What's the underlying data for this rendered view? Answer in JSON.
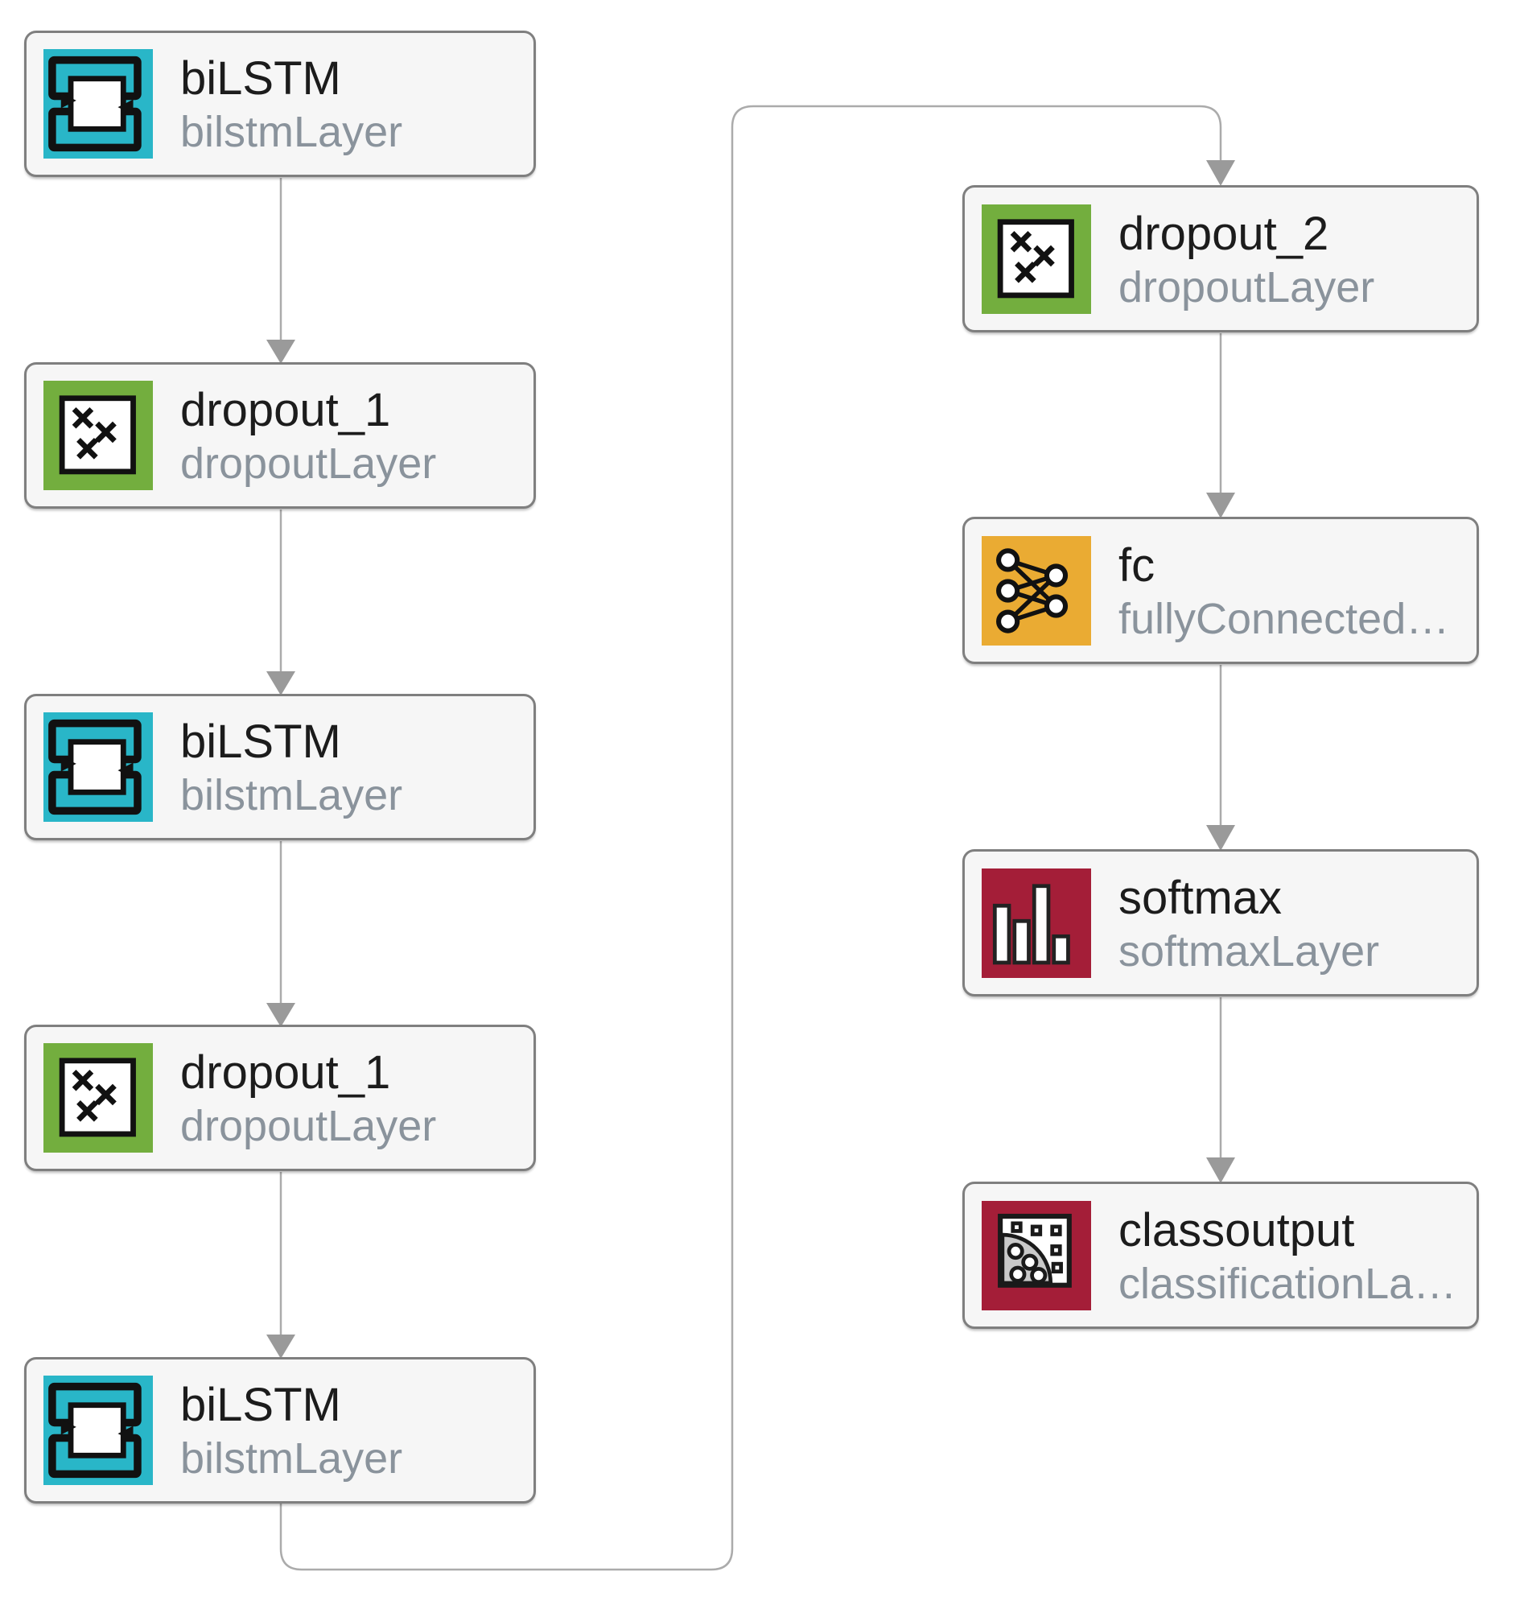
{
  "diagram": {
    "background": "#ffffff",
    "node_fill": "#f6f6f6",
    "node_border_color": "#7f7f7f",
    "title_color": "#1c1c1c",
    "subtitle_color": "#8a939c",
    "edge_color": "#ababab",
    "arrowhead_color": "#9a9a9a",
    "colors": {
      "bilstm_cyan": "#29b6c8",
      "dropout_green": "#73ae3e",
      "fully_connected_amber": "#eaab33",
      "softmax_crimson": "#a41e38",
      "classoutput_crimson": "#a41e38"
    },
    "nodes": [
      {
        "name": "biLSTM",
        "type": "bilstmLayer",
        "icon": "bilstm-icon",
        "color": "#29b6c8",
        "column": "left"
      },
      {
        "name": "dropout_1",
        "type": "dropoutLayer",
        "icon": "dropout-icon",
        "color": "#73ae3e",
        "column": "left"
      },
      {
        "name": "biLSTM",
        "type": "bilstmLayer",
        "icon": "bilstm-icon",
        "color": "#29b6c8",
        "column": "left"
      },
      {
        "name": "dropout_1",
        "type": "dropoutLayer",
        "icon": "dropout-icon",
        "color": "#73ae3e",
        "column": "left"
      },
      {
        "name": "biLSTM",
        "type": "bilstmLayer",
        "icon": "bilstm-icon",
        "color": "#29b6c8",
        "column": "left"
      },
      {
        "name": "dropout_2",
        "type": "dropoutLayer",
        "icon": "dropout-icon",
        "color": "#73ae3e",
        "column": "right"
      },
      {
        "name": "fc",
        "type": "fullyConnected…",
        "icon": "fully-connected-icon",
        "color": "#eaab33",
        "column": "right"
      },
      {
        "name": "softmax",
        "type": "softmaxLayer",
        "icon": "softmax-icon",
        "color": "#a41e38",
        "column": "right"
      },
      {
        "name": "classoutput",
        "type": "classificationLa…",
        "icon": "class-output-icon",
        "color": "#a41e38",
        "column": "right"
      }
    ],
    "edges": [
      {
        "from": "biLSTM",
        "to": "dropout_1",
        "style": "straight-arrow"
      },
      {
        "from": "dropout_1",
        "to": "biLSTM",
        "style": "straight-arrow"
      },
      {
        "from": "biLSTM",
        "to": "dropout_1",
        "style": "straight-arrow"
      },
      {
        "from": "dropout_1",
        "to": "biLSTM",
        "style": "straight-arrow"
      },
      {
        "from": "biLSTM",
        "to": "dropout_2",
        "style": "routed-arrow-down-right-up"
      },
      {
        "from": "dropout_2",
        "to": "fc",
        "style": "straight-arrow"
      },
      {
        "from": "fc",
        "to": "softmax",
        "style": "straight-arrow"
      },
      {
        "from": "softmax",
        "to": "classoutput",
        "style": "straight-arrow"
      }
    ]
  }
}
